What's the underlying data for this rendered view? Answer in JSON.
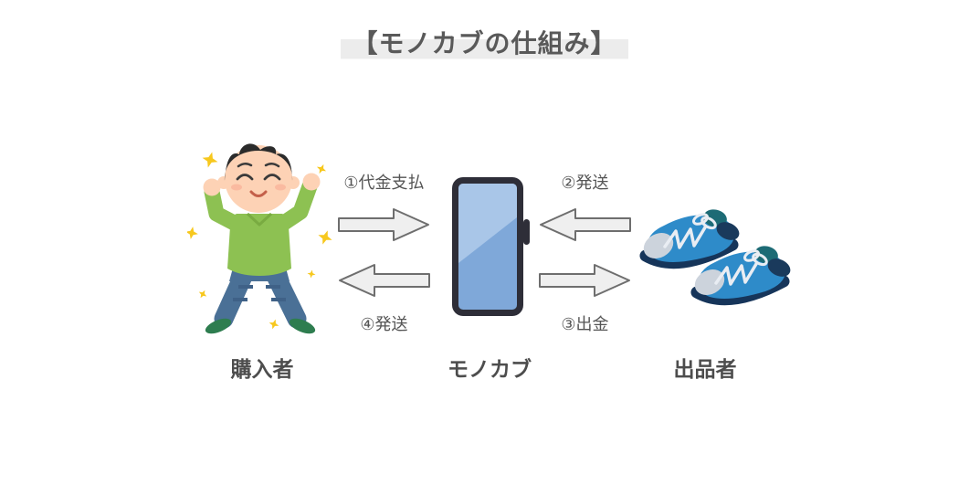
{
  "title": "【モノカブの仕組み】",
  "actors": {
    "buyer": {
      "label": "購入者",
      "illustration": "cheering-man-illustration"
    },
    "platform": {
      "label": "モノカブ",
      "illustration": "smartphone-illustration"
    },
    "seller": {
      "label": "出品者",
      "illustration": "blue-sneakers-illustration"
    }
  },
  "flows": {
    "payment": {
      "label": "①代金支払",
      "direction": "right"
    },
    "shipping_in": {
      "label": "②発送",
      "direction": "left"
    },
    "payout": {
      "label": "③出金",
      "direction": "right"
    },
    "shipping_out": {
      "label": "④発送",
      "direction": "left"
    }
  },
  "colors": {
    "background": "#ffffff",
    "title_text": "#595959",
    "title_highlight": "#ececec",
    "flow_label_text": "#555555",
    "actor_label_text": "#4d4d4d",
    "arrow_fill": "#efefef",
    "arrow_stroke": "#6e6e6e",
    "phone_frame": "#2e2e38",
    "phone_screen": "#7fa8d9",
    "phone_screen_highlight": "#a9c6e8",
    "sneaker_blue": "#2e8bc9",
    "sneaker_sole_navy": "#16355a",
    "sneaker_heel_teal": "#1d6b75",
    "sweater_green": "#8dc152",
    "jeans_blue": "#4a7096",
    "sparkle_yellow": "#f7c81e"
  }
}
